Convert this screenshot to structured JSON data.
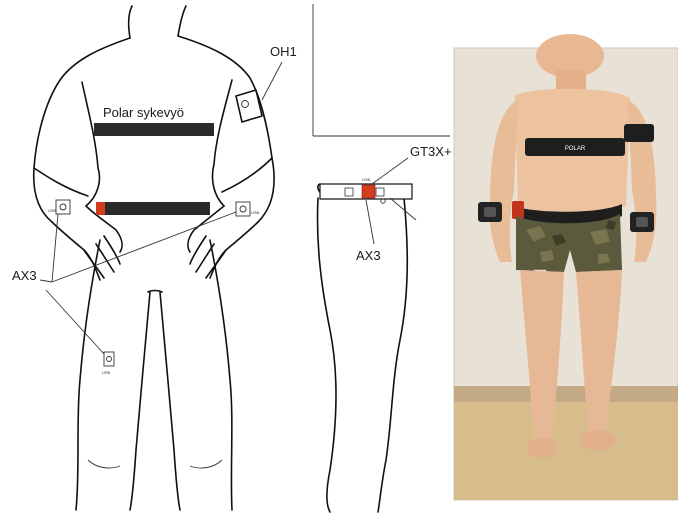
{
  "labels": {
    "oh1": "OH1",
    "belt": "Polar sykevyö",
    "gt3x": "GT3X+",
    "ax3_front": "AX3",
    "ax3_side": "AX3"
  },
  "photo": {
    "chest_strap_logo": "POLAR"
  },
  "colors": {
    "strap": "#2b2b2b",
    "device_red": "#d43c1e",
    "photo_bg": "#e8e2d6",
    "floor": "#d8bd8c"
  }
}
